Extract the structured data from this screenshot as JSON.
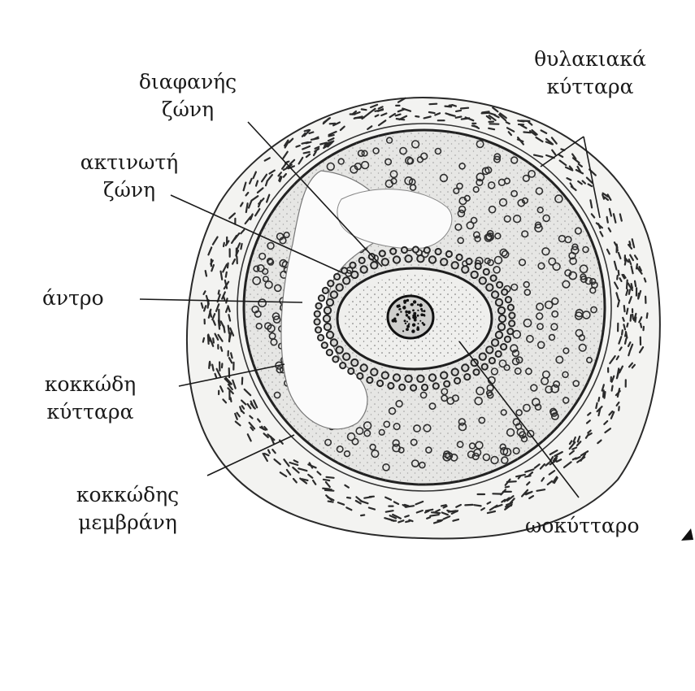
{
  "labels": {
    "diafanis_zoni": [
      "διαφανής",
      "ζώνη"
    ],
    "aktinoti_zoni": [
      "ακτινωτή",
      "ζώνη"
    ],
    "antro": "άντρο",
    "kokkodi_kyttara": [
      "κοκκώδη",
      "κύτταρα"
    ],
    "kokkodis_membrani": [
      "κοκκώδης",
      "μεμβράνη"
    ],
    "thylakiaka_kyttara": [
      "θυλακιακά",
      "κύτταρα"
    ],
    "ookyttaro": "ωοκύτταρο"
  },
  "colors": {
    "ink": "#1a1a1a",
    "paper": "#ffffff",
    "granulosa_fill": "#e6e6e4",
    "antrum_fill": "#fbfbfb",
    "oocyte_fill": "#dcdcda"
  }
}
